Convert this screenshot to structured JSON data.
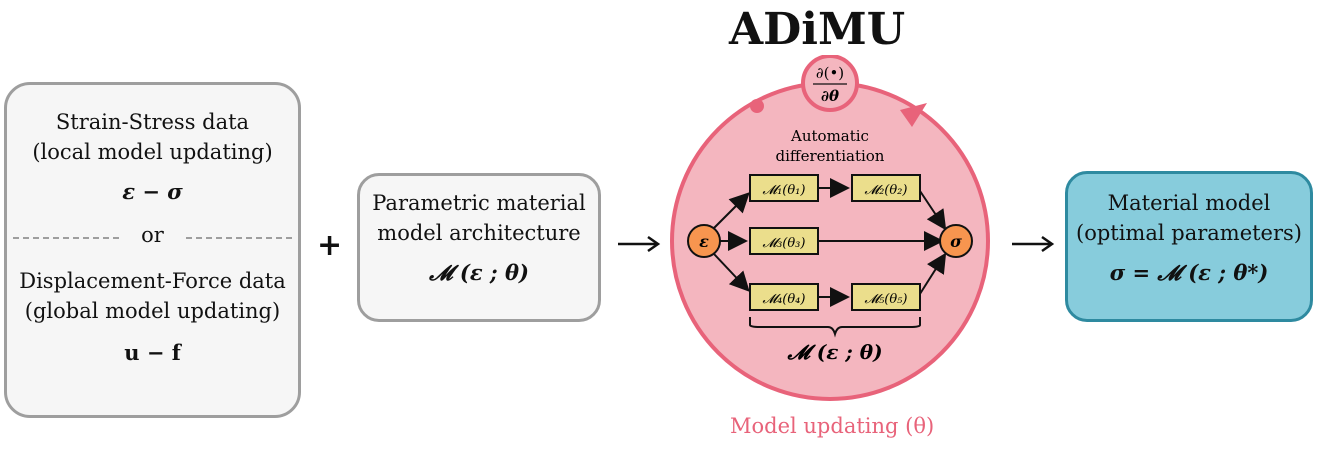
{
  "title": "ADiMU",
  "input_box": {
    "local_title": "Strain-Stress data",
    "local_sub": "(local model updating)",
    "local_math": "ε − σ",
    "or_label": "or",
    "global_title": "Displacement-Force data",
    "global_sub": "(global model updating)",
    "global_math": "u − f"
  },
  "plus_symbol": "+",
  "param_box": {
    "line1": "Parametric material",
    "line2": "model architecture",
    "math": "𝓜 (ε ; θ)"
  },
  "adimu_circle": {
    "autodiff_symbol_num": "∂(•)",
    "autodiff_symbol_den": "∂θ",
    "autodiff_label_1": "Automatic",
    "autodiff_label_2": "differentiation",
    "input_node": "ε",
    "output_node": "σ",
    "modules": [
      {
        "name": "𝓜₁(θ₁)"
      },
      {
        "name": "𝓜₂(θ₂)"
      },
      {
        "name": "𝓜₃(θ₃)"
      },
      {
        "name": "𝓜₄(θ₄)"
      },
      {
        "name": "𝓜₅(θ₅)"
      }
    ],
    "brace_label": "𝓜 (ε ; θ)",
    "loop_label": "Model updating (θ)"
  },
  "output_box": {
    "line1": "Material model",
    "line2": "(optimal parameters)",
    "math": "σ = 𝓜 (ε ; θ*)"
  },
  "colors": {
    "circle_fill": "#f4b6bf",
    "circle_stroke": "#e8637a",
    "node_fill": "#f7954f",
    "module_fill": "#ebde8c",
    "output_fill": "#87ccdc",
    "output_stroke": "#2e8aa0"
  }
}
